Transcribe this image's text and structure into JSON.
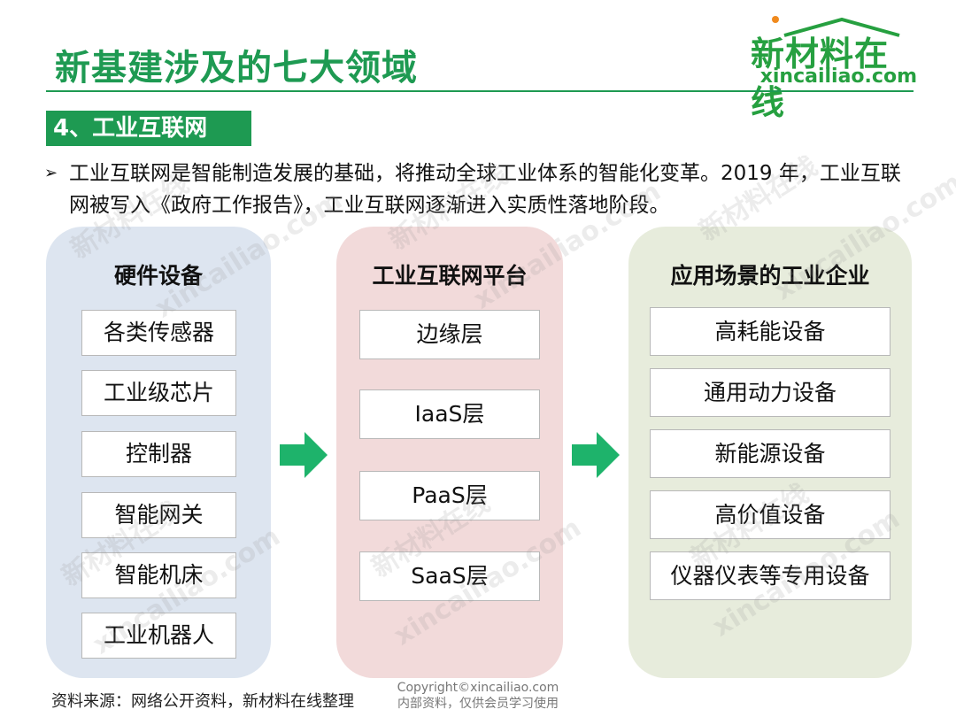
{
  "page": {
    "title": "新基建涉及的七大领域",
    "section": "4、工业互联网"
  },
  "logo": {
    "cn": "新材料在线",
    "en": "xincailiao.com"
  },
  "bullet": {
    "text": "工业互联网是智能制造发展的基础，将推动全球工业体系的智能化变革。2019 年，工业互联网被写入《政府工作报告》，工业互联网逐渐进入实质性落地阶段。"
  },
  "columns": [
    {
      "heading": "硬件设备",
      "items": [
        "各类传感器",
        "工业级芯片",
        "控制器",
        "智能网关",
        "智能机床",
        "工业机器人"
      ]
    },
    {
      "heading": "工业互联网平台",
      "items": [
        "边缘层",
        "IaaS层",
        "PaaS层",
        "SaaS层"
      ]
    },
    {
      "heading": "应用场景的工业企业",
      "items": [
        "高耗能设备",
        "通用动力设备",
        "新能源设备",
        "高价值设备",
        "仪器仪表等专用设备"
      ]
    }
  ],
  "footer": {
    "source": "资料来源：网络公开资料，新材料在线整理",
    "copyright": "Copyright©xincailiao.com",
    "notice": "内部资料，仅供会员学习使用"
  },
  "watermark": {
    "cn": "新材料在线",
    "en": "xincailiao.com"
  },
  "colors": {
    "brand_green": "#1e9a52",
    "arrow_green": "#1eb36b",
    "col1_bg": "#dde5f0",
    "col2_bg": "#f2dada",
    "col3_bg": "#e7ecdc"
  }
}
